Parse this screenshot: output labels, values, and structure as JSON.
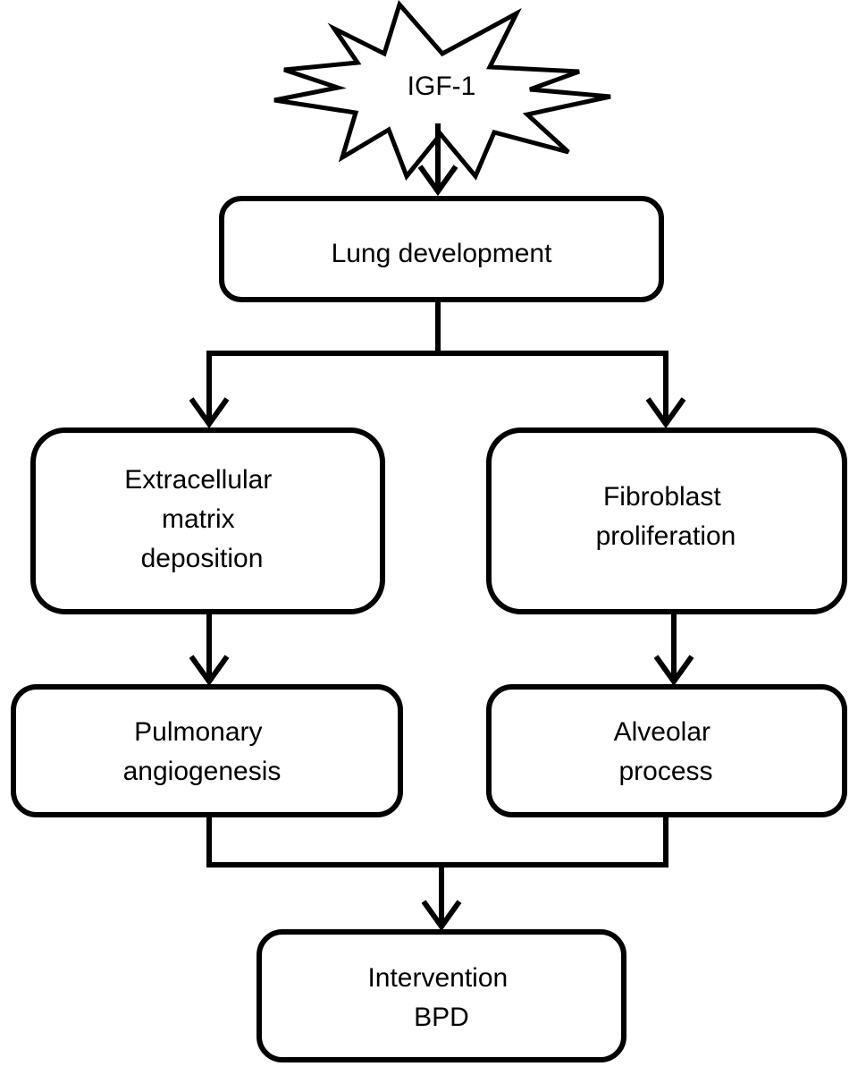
{
  "nodes": {
    "igf1": {
      "lines": [
        "IGF-1"
      ]
    },
    "lung_development": {
      "lines": [
        "Lung development"
      ]
    },
    "ecm_deposition": {
      "lines": [
        "Extracellular",
        "matrix",
        "deposition"
      ]
    },
    "fibroblast_proliferation": {
      "lines": [
        "Fibroblast",
        "proliferation"
      ]
    },
    "pulmonary_angiogenesis": {
      "lines": [
        "Pulmonary",
        "angiogenesis"
      ]
    },
    "alveolar_process": {
      "lines": [
        "Alveolar",
        "process"
      ]
    },
    "intervention_bpd": {
      "lines": [
        "Intervention",
        "BPD"
      ]
    }
  },
  "edges": [
    {
      "from": "igf1",
      "to": "lung_development"
    },
    {
      "from": "lung_development",
      "to": "ecm_deposition"
    },
    {
      "from": "lung_development",
      "to": "fibroblast_proliferation"
    },
    {
      "from": "ecm_deposition",
      "to": "pulmonary_angiogenesis"
    },
    {
      "from": "fibroblast_proliferation",
      "to": "alveolar_process"
    },
    {
      "from": "pulmonary_angiogenesis",
      "to": "intervention_bpd"
    },
    {
      "from": "alveolar_process",
      "to": "intervention_bpd"
    }
  ],
  "colors": {
    "stroke": "#000000",
    "fill": "#ffffff",
    "text": "#000000"
  },
  "icons": {
    "igf1_shape": "starburst"
  }
}
